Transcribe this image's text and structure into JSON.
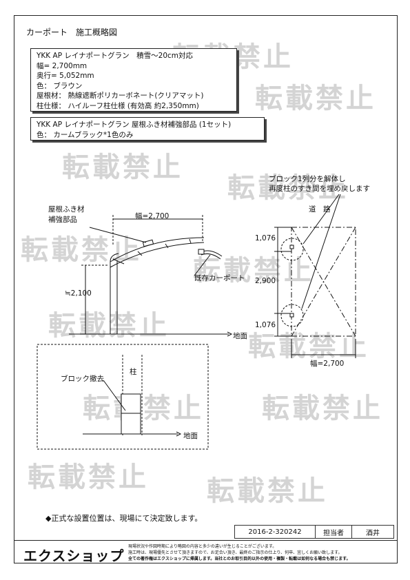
{
  "title": "カーポート　施工概略図",
  "spec_box": {
    "lines": [
      "YKK AP レイナポートグラン　積雪～20cm対応",
      "幅= 2,700mm",
      "奥行= 5,052mm",
      "色： ブラウン",
      "屋根材： 熱線遮断ポリカーボネート(クリアマット)",
      "柱仕様： ハイルーフ柱仕様 (有効高 約2,350mm)"
    ]
  },
  "part_box": {
    "lines": [
      "YKK AP レイナポートグラン 屋根ふき材補強部品 (1セット)",
      "色： カームブラック*1色のみ"
    ]
  },
  "watermark": "転載禁止",
  "side_view": {
    "roof_part_label_1": "屋根ふき材",
    "roof_part_label_2": "補強部品",
    "width_label": "幅=2,700",
    "height_label": "≒2,100",
    "existing_label": "既存カーポート",
    "ground_label": "地面"
  },
  "plan_view": {
    "note_line_1": "ブロック1列分を解体し",
    "note_line_2": "再度柱のすき間を埋め戻します",
    "road_label": "道　路",
    "dim_top": "1,076",
    "dim_mid": "2,900",
    "dim_bottom": "1,076",
    "width_label": "幅=2,700"
  },
  "detail_view": {
    "pillar_label": "柱",
    "block_label": "ブロック撤去",
    "ground_label": "地面"
  },
  "bottom_note": "◆正式な設置位置は、現場にて決定致します。",
  "title_block": {
    "number": "2016-2-320242",
    "role": "担当者",
    "person": "酒井"
  },
  "footer": {
    "logo": "エクスショップ",
    "note_lines": [
      "現場状況や作図時期により略図の内容と多少の違いが生じることがございます。",
      "施工時は、現場優先とさせて頂きますので、お足合い頂き、最終のご指示の仕上り、何卒、宜しくお願い致します。",
      "全ての著作権はエクスショップに帰属します。当社とのお取引目的以外の使用・複製・転載は如何なる場合も禁じます。"
    ]
  }
}
